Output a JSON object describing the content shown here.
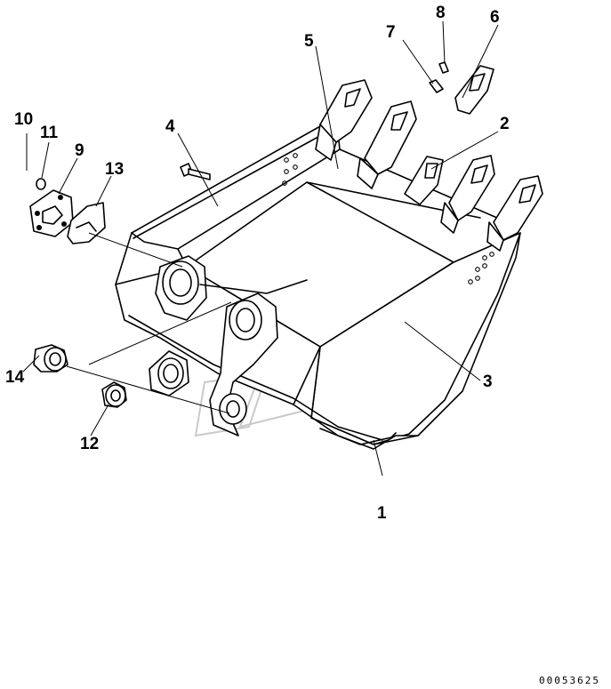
{
  "diagram": {
    "callouts": [
      "1",
      "2",
      "3",
      "4",
      "5",
      "6",
      "7",
      "8",
      "9",
      "10",
      "11",
      "12",
      "13",
      "14"
    ],
    "part_code": "00053625"
  }
}
